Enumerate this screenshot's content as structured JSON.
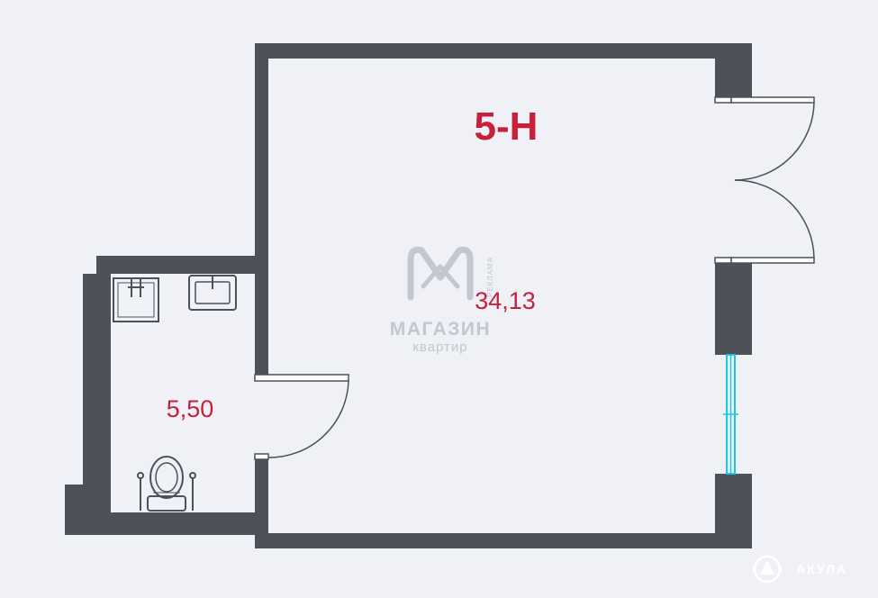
{
  "plan": {
    "unit_label": "5-Н",
    "rooms": [
      {
        "name": "main-room",
        "area": "34,13"
      },
      {
        "name": "bathroom",
        "area": "5,50"
      }
    ]
  },
  "watermark": {
    "line1": "МАГАЗИН",
    "line2": "квартир",
    "side": "РЕКЛАМА"
  },
  "corner_logo": {
    "text": "АКУЛА"
  },
  "colors": {
    "wall": "#4d5158",
    "background": "#eff1f6",
    "label_red": "#c8203b",
    "glass_cyan": "#1ec4e6",
    "watermark_gray": "#c3c7ce"
  }
}
